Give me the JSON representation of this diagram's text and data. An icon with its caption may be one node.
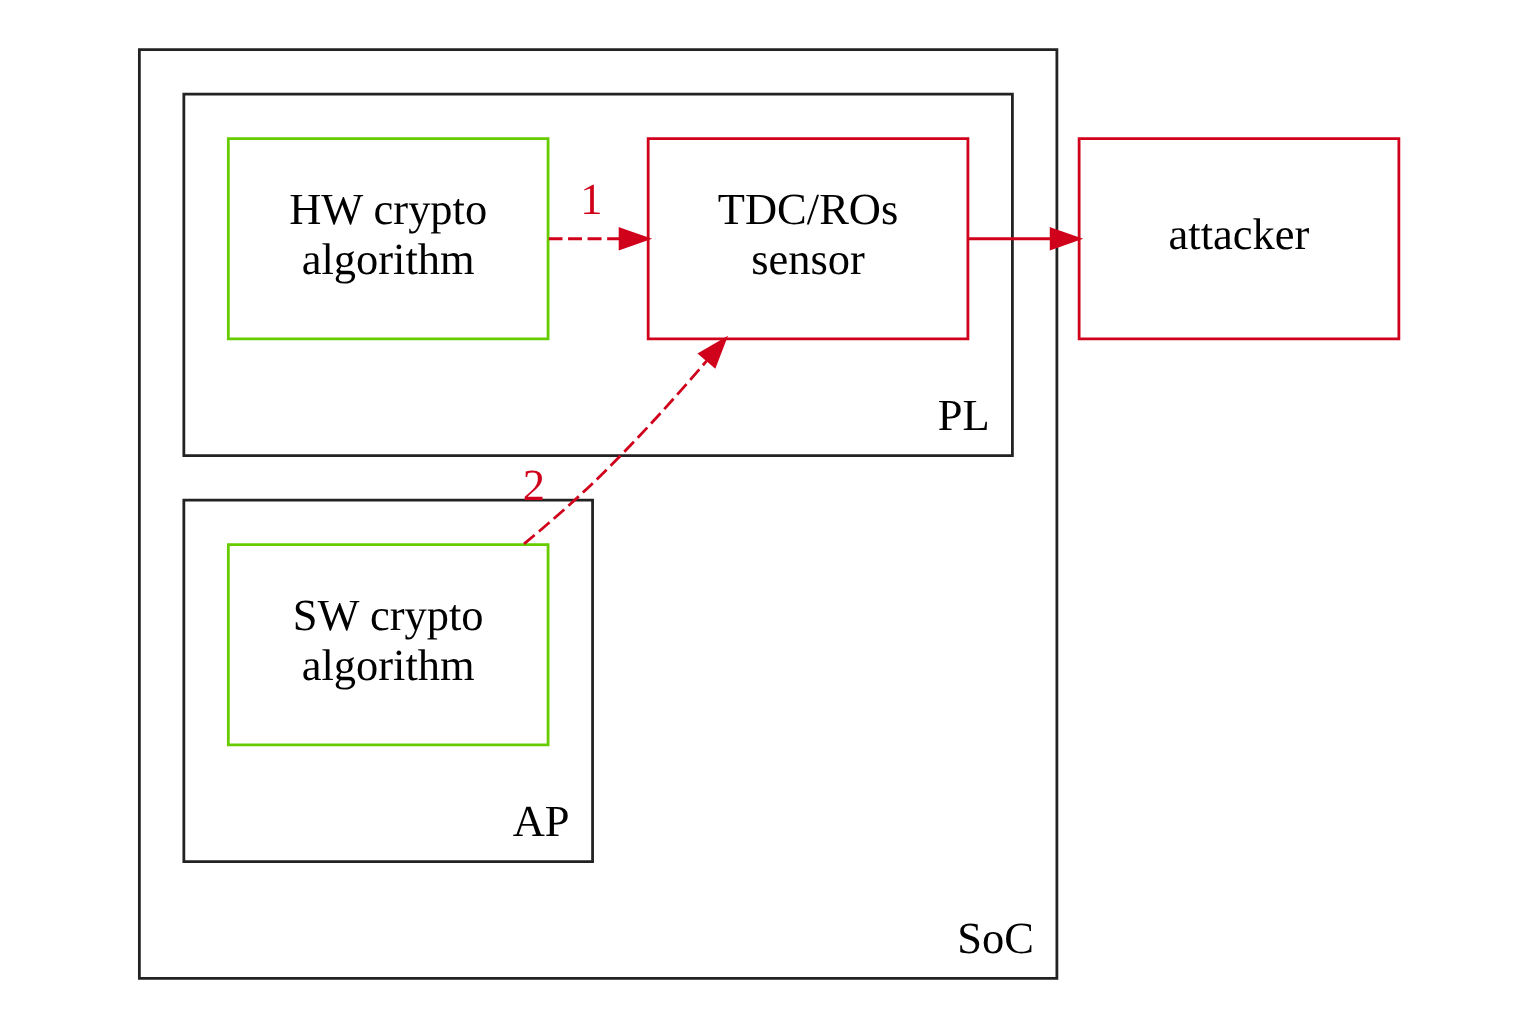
{
  "diagram": {
    "nodes": [
      {
        "text": [
          "SoC"
        ]
      },
      {
        "text": [
          "PL"
        ],
        "in": 0
      },
      {
        "text": [
          "HW crypto algorithm"
        ],
        "in": 1
      },
      {
        "text": [
          "TDC/ROs sensor"
        ],
        "in": 1
      },
      {
        "text": [
          "AP"
        ],
        "in": 0
      },
      {
        "text": [
          "SW crypto algorithm"
        ],
        "in": 4
      },
      {
        "text": [
          "attacker"
        ]
      }
    ],
    "edges": [
      {
        "from": 2,
        "to": 3,
        "arrow": "to",
        "label": "1",
        "style": "dashed",
        "color": "#d0021b"
      },
      {
        "from": 5,
        "to": 3,
        "arrow": "to",
        "label": "2",
        "style": "dashed",
        "color": "#d0021b"
      },
      {
        "from": 3,
        "to": 6,
        "arrow": "to",
        "color": "#d0021b"
      }
    ]
  }
}
